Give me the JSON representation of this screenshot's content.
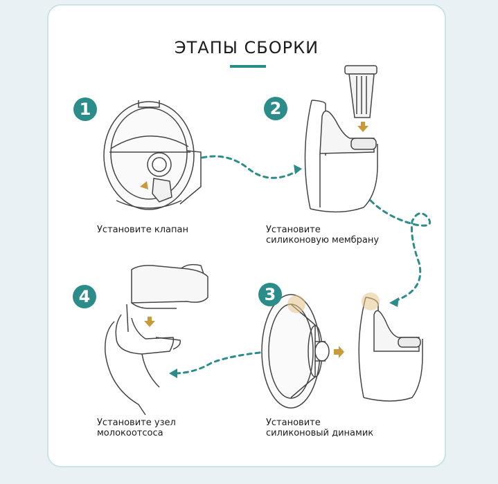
{
  "title": "ЭТАПЫ СБОРКИ",
  "colors": {
    "accent": "#2b8c8a",
    "arrow": "#c89a3c",
    "frame": "#c9e3e6"
  },
  "steps": [
    {
      "number": "1",
      "caption": "Установите клапан"
    },
    {
      "number": "2",
      "caption": "Установите\nсиликоновую мембрану"
    },
    {
      "number": "3",
      "caption": "Установите\nсиликоновый динамик"
    },
    {
      "number": "4",
      "caption": "Установите узел\nмолокоотсоса"
    }
  ]
}
